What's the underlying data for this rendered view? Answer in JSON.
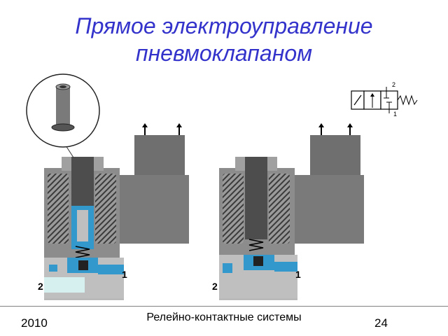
{
  "title": {
    "line1": "Прямое электроуправление",
    "line2": "пневмоклапаном"
  },
  "diagram_left": {
    "port_2": "2",
    "port_1": "1"
  },
  "diagram_right": {
    "port_2": "2",
    "port_1": "1"
  },
  "symbol": {
    "port_2": "2",
    "port_1": "1"
  },
  "footer": {
    "year": "2010",
    "subject": "Релейно-контактные системы",
    "page": "24"
  },
  "colors": {
    "title": "#3333cc",
    "pressure": "#3399cc",
    "exhaust": "#d6f0f0",
    "body": "#bfbfbf",
    "coil_housing": "#808080",
    "armature": "#555555"
  }
}
